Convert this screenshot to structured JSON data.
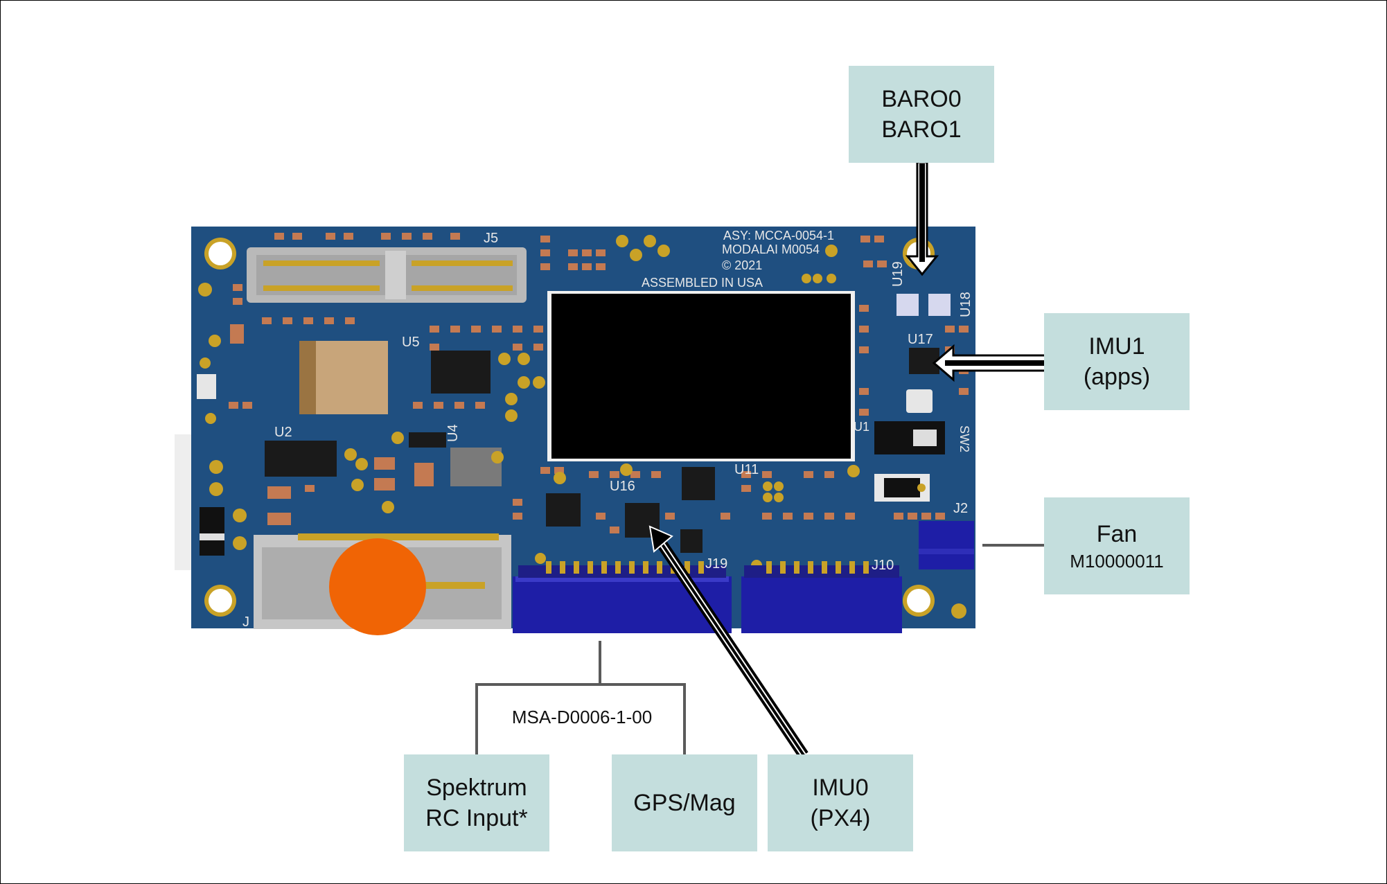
{
  "labels": {
    "baro": {
      "line1": "BARO0",
      "line2": "BARO1"
    },
    "imu1": {
      "line1": "IMU1",
      "line2": "(apps)"
    },
    "fan": {
      "line1": "Fan",
      "line2": "M10000011"
    },
    "imu0": {
      "line1": "IMU0",
      "line2": "(PX4)"
    },
    "spektrum": {
      "line1": "Spektrum",
      "line2": "RC Input*"
    },
    "gps": {
      "line1": "GPS/Mag"
    },
    "cable": "MSA-D0006-1-00"
  },
  "silkscreen": {
    "asy": "ASY: MCCA-0054-1",
    "brand": "MODALAI  M0054",
    "copyright": "© 2021",
    "assembled": "ASSEMBLED IN USA",
    "j5": "J5",
    "u5": "U5",
    "u2": "U2",
    "u4": "U4",
    "u16": "U16",
    "u11": "U11",
    "u19": "U19",
    "u18": "U18",
    "u17": "U17",
    "u1": "U1",
    "sw2": "SW2",
    "j2": "J2",
    "j19": "J19",
    "j10": "J10",
    "j3": "J"
  },
  "colors": {
    "label_bg": "#c4dedd",
    "pcb": "#1f4f80",
    "connector_blue": "#1e1ea6",
    "marker_orange": "#f06405"
  }
}
